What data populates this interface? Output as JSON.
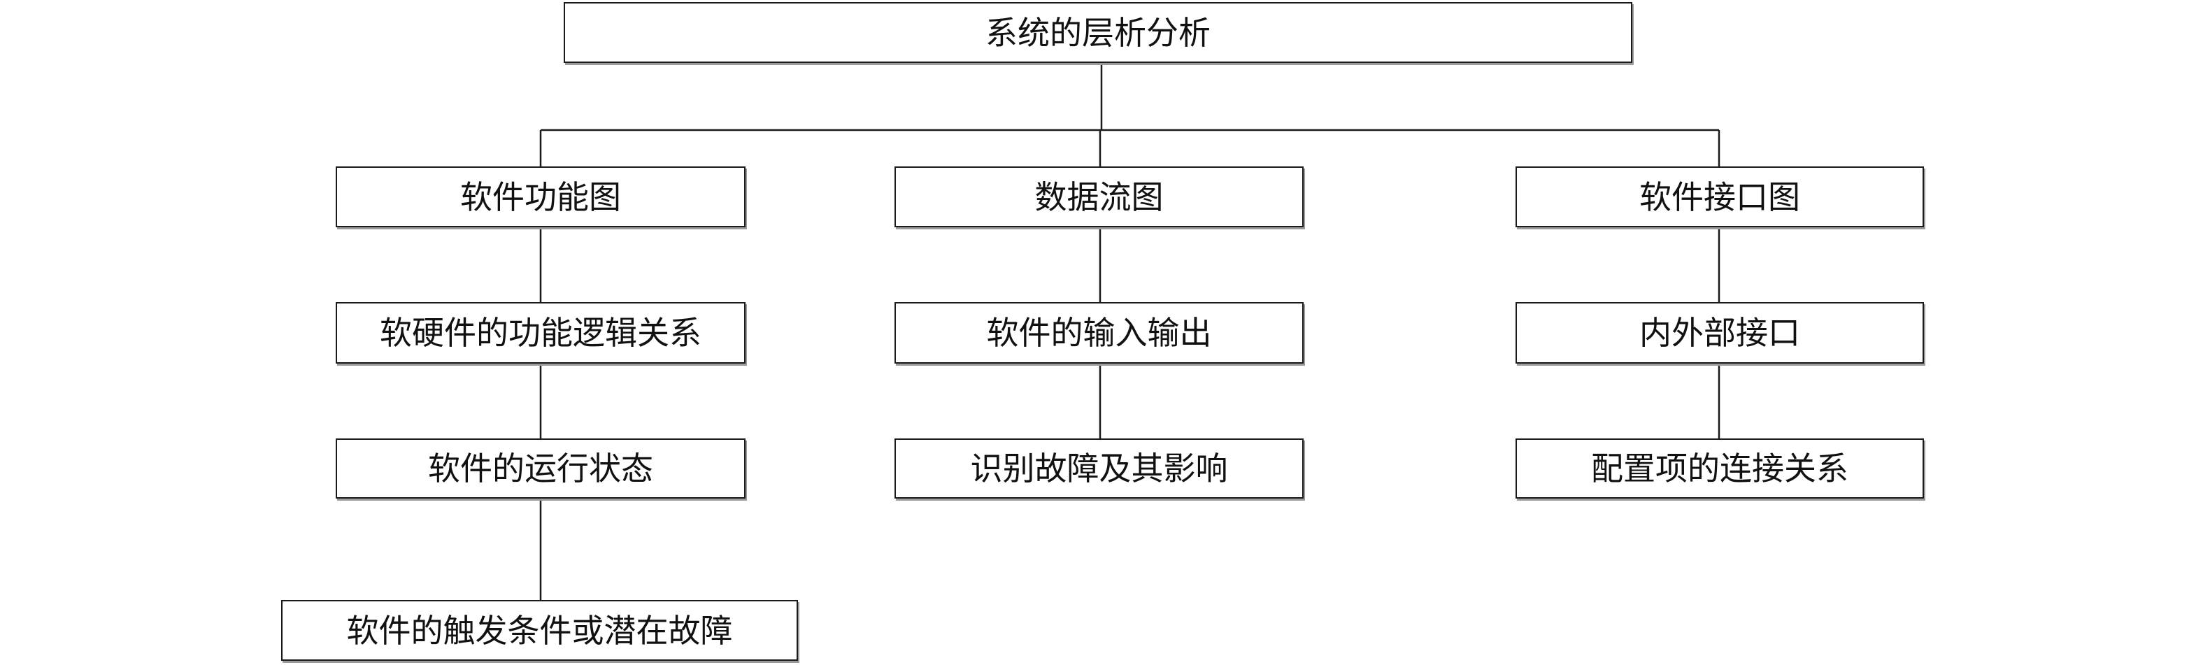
{
  "diagram": {
    "root": "系统的层析分析",
    "branches": [
      {
        "title": "软件功能图",
        "items": [
          "软硬件的功能逻辑关系",
          "软件的运行状态",
          "软件的触发条件或潜在故障"
        ]
      },
      {
        "title": "数据流图",
        "items": [
          "软件的输入输出",
          "识别故障及其影响"
        ]
      },
      {
        "title": "软件接口图",
        "items": [
          "内外部接口",
          "配置项的连接关系"
        ]
      }
    ]
  }
}
